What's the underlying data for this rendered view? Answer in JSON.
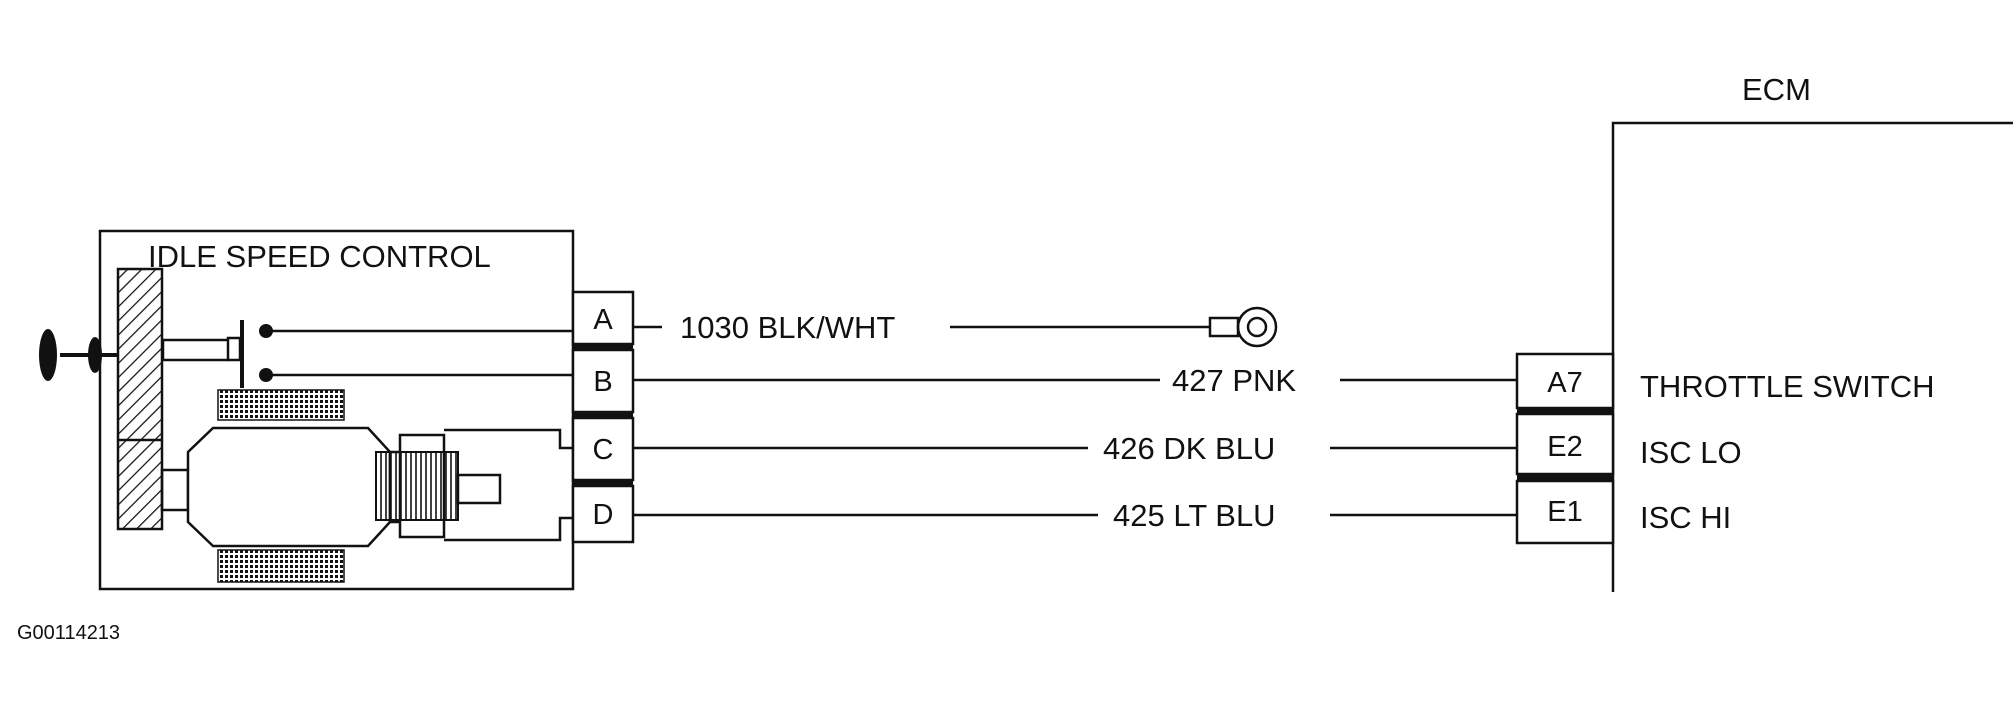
{
  "ecm": {
    "title": "ECM",
    "pins": [
      {
        "pin": "A7",
        "function": "THROTTLE SWITCH"
      },
      {
        "pin": "E2",
        "function": "ISC LO"
      },
      {
        "pin": "E1",
        "function": "ISC HI"
      }
    ]
  },
  "isc": {
    "title": "IDLE SPEED CONTROL",
    "pins": [
      "A",
      "B",
      "C",
      "D"
    ]
  },
  "wires": [
    {
      "label": "1030 BLK/WHT"
    },
    {
      "label": "427 PNK"
    },
    {
      "label": "426 DK BLU"
    },
    {
      "label": "425 LT BLU"
    }
  ],
  "figure_code": "G00114213",
  "colors": {
    "ink": "#111111",
    "background": "#ffffff"
  }
}
